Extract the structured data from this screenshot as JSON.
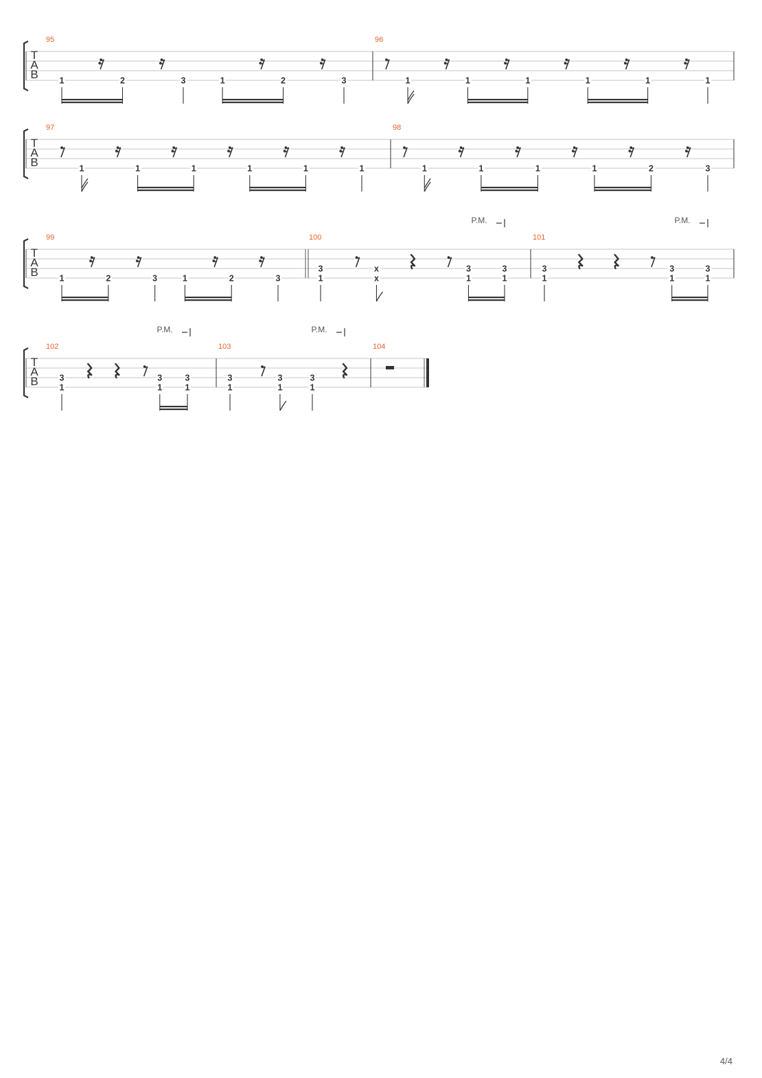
{
  "page": {
    "number": "4/4"
  },
  "tab_clef": {
    "letters": [
      "T",
      "A",
      "B"
    ]
  },
  "colors": {
    "measure_number": "#e8632b",
    "staff_line": "#c4c4c4",
    "ink": "#333333",
    "barline": "#555555"
  },
  "systems": [
    {
      "measures": [
        {
          "number": "95",
          "events": [
            {
              "t": "n",
              "f": [
                [
                  3,
                  "1"
                ]
              ],
              "stem": "beam"
            },
            {
              "t": "r",
              "d": 16
            },
            {
              "t": "n",
              "f": [
                [
                  3,
                  "2"
                ]
              ],
              "stem": "beam"
            },
            {
              "t": "r",
              "d": 16
            },
            {
              "t": "n",
              "f": [
                [
                  3,
                  "3"
                ]
              ],
              "stem": "q"
            },
            {
              "t": "n",
              "f": [
                [
                  3,
                  "1"
                ]
              ],
              "stem": "beam"
            },
            {
              "t": "r",
              "d": 16
            },
            {
              "t": "n",
              "f": [
                [
                  3,
                  "2"
                ]
              ],
              "stem": "beam"
            },
            {
              "t": "r",
              "d": 16
            },
            {
              "t": "n",
              "f": [
                [
                  3,
                  "3"
                ]
              ],
              "stem": "q"
            }
          ]
        },
        {
          "number": "96",
          "events": [
            {
              "t": "r",
              "d": 8
            },
            {
              "t": "n",
              "f": [
                [
                  3,
                  "1"
                ]
              ],
              "stem": "flag16"
            },
            {
              "t": "r",
              "d": 16
            },
            {
              "t": "n",
              "f": [
                [
                  3,
                  "1"
                ]
              ],
              "stem": "beam"
            },
            {
              "t": "r",
              "d": 16
            },
            {
              "t": "n",
              "f": [
                [
                  3,
                  "1"
                ]
              ],
              "stem": "beam"
            },
            {
              "t": "r",
              "d": 16
            },
            {
              "t": "n",
              "f": [
                [
                  3,
                  "1"
                ]
              ],
              "stem": "beam"
            },
            {
              "t": "r",
              "d": 16
            },
            {
              "t": "n",
              "f": [
                [
                  3,
                  "1"
                ]
              ],
              "stem": "beam"
            },
            {
              "t": "r",
              "d": 16
            },
            {
              "t": "n",
              "f": [
                [
                  3,
                  "1"
                ]
              ],
              "stem": "q"
            }
          ]
        }
      ]
    },
    {
      "measures": [
        {
          "number": "97",
          "events": [
            {
              "t": "r",
              "d": 8
            },
            {
              "t": "n",
              "f": [
                [
                  3,
                  "1"
                ]
              ],
              "stem": "flag16"
            },
            {
              "t": "r",
              "d": 16
            },
            {
              "t": "n",
              "f": [
                [
                  3,
                  "1"
                ]
              ],
              "stem": "beam"
            },
            {
              "t": "r",
              "d": 16
            },
            {
              "t": "n",
              "f": [
                [
                  3,
                  "1"
                ]
              ],
              "stem": "beam"
            },
            {
              "t": "r",
              "d": 16
            },
            {
              "t": "n",
              "f": [
                [
                  3,
                  "1"
                ]
              ],
              "stem": "beam"
            },
            {
              "t": "r",
              "d": 16
            },
            {
              "t": "n",
              "f": [
                [
                  3,
                  "1"
                ]
              ],
              "stem": "beam"
            },
            {
              "t": "r",
              "d": 16
            },
            {
              "t": "n",
              "f": [
                [
                  3,
                  "1"
                ]
              ],
              "stem": "q"
            }
          ]
        },
        {
          "number": "98",
          "events": [
            {
              "t": "r",
              "d": 8
            },
            {
              "t": "n",
              "f": [
                [
                  3,
                  "1"
                ]
              ],
              "stem": "flag16"
            },
            {
              "t": "r",
              "d": 16
            },
            {
              "t": "n",
              "f": [
                [
                  3,
                  "1"
                ]
              ],
              "stem": "beam"
            },
            {
              "t": "r",
              "d": 16
            },
            {
              "t": "n",
              "f": [
                [
                  3,
                  "1"
                ]
              ],
              "stem": "beam"
            },
            {
              "t": "r",
              "d": 16
            },
            {
              "t": "n",
              "f": [
                [
                  3,
                  "1"
                ]
              ],
              "stem": "beam"
            },
            {
              "t": "r",
              "d": 16
            },
            {
              "t": "n",
              "f": [
                [
                  3,
                  "2"
                ]
              ],
              "stem": "beam"
            },
            {
              "t": "r",
              "d": 16
            },
            {
              "t": "n",
              "f": [
                [
                  3,
                  "3"
                ]
              ],
              "stem": "q"
            }
          ]
        }
      ]
    },
    {
      "measures": [
        {
          "number": "99",
          "events": [
            {
              "t": "n",
              "f": [
                [
                  3,
                  "1"
                ]
              ],
              "stem": "beam"
            },
            {
              "t": "r",
              "d": 16
            },
            {
              "t": "n",
              "f": [
                [
                  3,
                  "2"
                ]
              ],
              "stem": "beam"
            },
            {
              "t": "r",
              "d": 16
            },
            {
              "t": "n",
              "f": [
                [
                  3,
                  "3"
                ]
              ],
              "stem": "q"
            },
            {
              "t": "n",
              "f": [
                [
                  3,
                  "1"
                ]
              ],
              "stem": "beam"
            },
            {
              "t": "r",
              "d": 16
            },
            {
              "t": "n",
              "f": [
                [
                  3,
                  "2"
                ]
              ],
              "stem": "beam"
            },
            {
              "t": "r",
              "d": 16
            },
            {
              "t": "n",
              "f": [
                [
                  3,
                  "3"
                ]
              ],
              "stem": "q"
            }
          ],
          "end_double": true
        },
        {
          "number": "100",
          "pm": "P.M.",
          "events": [
            {
              "t": "n",
              "f": [
                [
                  2,
                  "3"
                ],
                [
                  3,
                  "1"
                ]
              ],
              "stem": "q"
            },
            {
              "t": "r",
              "d": 8
            },
            {
              "t": "n",
              "f": [
                [
                  2,
                  "x"
                ],
                [
                  3,
                  "x"
                ]
              ],
              "stem": "flag8"
            },
            {
              "t": "r",
              "d": 4
            },
            {
              "t": "r",
              "d": 8
            },
            {
              "t": "n",
              "f": [
                [
                  2,
                  "3"
                ],
                [
                  3,
                  "1"
                ]
              ],
              "stem": "beam"
            },
            {
              "t": "n",
              "f": [
                [
                  2,
                  "3"
                ],
                [
                  3,
                  "1"
                ]
              ],
              "stem": "beam"
            }
          ]
        },
        {
          "number": "101",
          "pm": "P.M.",
          "events": [
            {
              "t": "n",
              "f": [
                [
                  2,
                  "3"
                ],
                [
                  3,
                  "1"
                ]
              ],
              "stem": "q"
            },
            {
              "t": "r",
              "d": 4
            },
            {
              "t": "r",
              "d": 4
            },
            {
              "t": "r",
              "d": 8
            },
            {
              "t": "n",
              "f": [
                [
                  2,
                  "3"
                ],
                [
                  3,
                  "1"
                ]
              ],
              "stem": "beam"
            },
            {
              "t": "n",
              "f": [
                [
                  2,
                  "3"
                ],
                [
                  3,
                  "1"
                ]
              ],
              "stem": "beam"
            }
          ]
        }
      ]
    },
    {
      "measures": [
        {
          "number": "102",
          "pm": "P.M.",
          "events": [
            {
              "t": "n",
              "f": [
                [
                  2,
                  "3"
                ],
                [
                  3,
                  "1"
                ]
              ],
              "stem": "q"
            },
            {
              "t": "r",
              "d": 4
            },
            {
              "t": "r",
              "d": 4
            },
            {
              "t": "r",
              "d": 8
            },
            {
              "t": "n",
              "f": [
                [
                  2,
                  "3"
                ],
                [
                  3,
                  "1"
                ]
              ],
              "stem": "beam"
            },
            {
              "t": "n",
              "f": [
                [
                  2,
                  "3"
                ],
                [
                  3,
                  "1"
                ]
              ],
              "stem": "beam"
            }
          ]
        },
        {
          "number": "103",
          "pm": "P.M.",
          "events": [
            {
              "t": "n",
              "f": [
                [
                  2,
                  "3"
                ],
                [
                  3,
                  "1"
                ]
              ],
              "stem": "q"
            },
            {
              "t": "r",
              "d": 8
            },
            {
              "t": "n",
              "f": [
                [
                  2,
                  "3"
                ],
                [
                  3,
                  "1"
                ]
              ],
              "stem": "flag8"
            },
            {
              "t": "n",
              "f": [
                [
                  2,
                  "3"
                ],
                [
                  3,
                  "1"
                ]
              ],
              "stem": "q"
            },
            {
              "t": "r",
              "d": 4
            }
          ]
        },
        {
          "number": "104",
          "events": [
            {
              "t": "r",
              "d": 2
            }
          ],
          "end_final": true
        }
      ]
    }
  ]
}
